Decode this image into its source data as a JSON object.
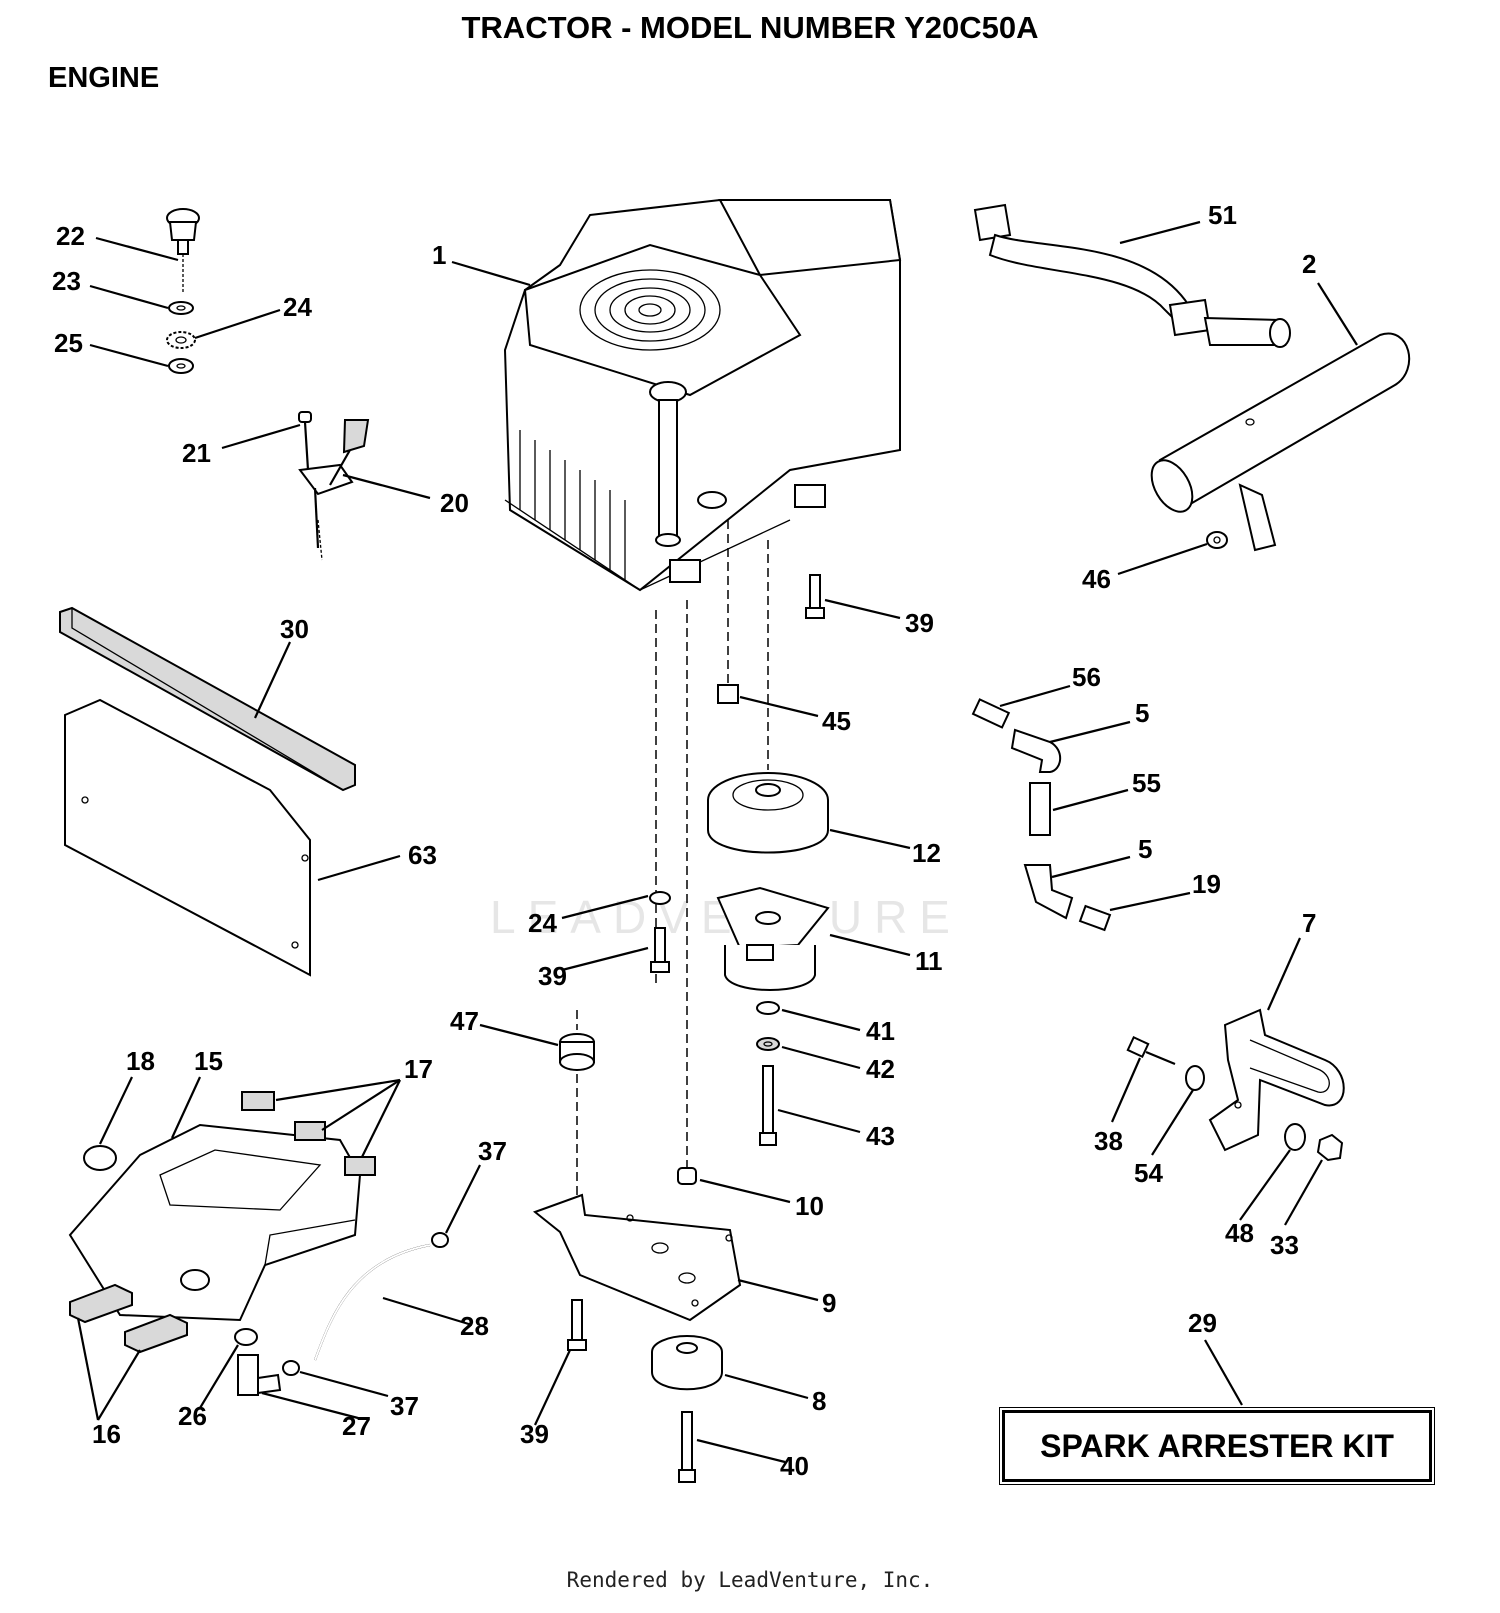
{
  "header": {
    "title": "TRACTOR - MODEL NUMBER Y20C50A",
    "section": "ENGINE"
  },
  "watermark": "LEADVENTURE",
  "kit_box": {
    "label": "SPARK ARRESTER KIT"
  },
  "footer": {
    "text": "Rendered by LeadVenture, Inc."
  },
  "callouts": [
    {
      "id": "c22",
      "label": "22"
    },
    {
      "id": "c23",
      "label": "23"
    },
    {
      "id": "c24a",
      "label": "24"
    },
    {
      "id": "c25",
      "label": "25"
    },
    {
      "id": "c21",
      "label": "21"
    },
    {
      "id": "c20",
      "label": "20"
    },
    {
      "id": "c1",
      "label": "1"
    },
    {
      "id": "c51",
      "label": "51"
    },
    {
      "id": "c2",
      "label": "2"
    },
    {
      "id": "c46",
      "label": "46"
    },
    {
      "id": "c30",
      "label": "30"
    },
    {
      "id": "c63",
      "label": "63"
    },
    {
      "id": "c39a",
      "label": "39"
    },
    {
      "id": "c45",
      "label": "45"
    },
    {
      "id": "c12",
      "label": "12"
    },
    {
      "id": "c56",
      "label": "56"
    },
    {
      "id": "c5a",
      "label": "5"
    },
    {
      "id": "c55",
      "label": "55"
    },
    {
      "id": "c5b",
      "label": "5"
    },
    {
      "id": "c19",
      "label": "19"
    },
    {
      "id": "c24b",
      "label": "24"
    },
    {
      "id": "c39b",
      "label": "39"
    },
    {
      "id": "c11",
      "label": "11"
    },
    {
      "id": "c7",
      "label": "7"
    },
    {
      "id": "c47",
      "label": "47"
    },
    {
      "id": "c41",
      "label": "41"
    },
    {
      "id": "c42",
      "label": "42"
    },
    {
      "id": "c43",
      "label": "43"
    },
    {
      "id": "c18",
      "label": "18"
    },
    {
      "id": "c15",
      "label": "15"
    },
    {
      "id": "c17",
      "label": "17"
    },
    {
      "id": "c37a",
      "label": "37"
    },
    {
      "id": "c10",
      "label": "10"
    },
    {
      "id": "c38",
      "label": "38"
    },
    {
      "id": "c54",
      "label": "54"
    },
    {
      "id": "c48",
      "label": "48"
    },
    {
      "id": "c33",
      "label": "33"
    },
    {
      "id": "c9",
      "label": "9"
    },
    {
      "id": "c28",
      "label": "28"
    },
    {
      "id": "c29",
      "label": "29"
    },
    {
      "id": "c16",
      "label": "16"
    },
    {
      "id": "c26",
      "label": "26"
    },
    {
      "id": "c37b",
      "label": "37"
    },
    {
      "id": "c27",
      "label": "27"
    },
    {
      "id": "c39c",
      "label": "39"
    },
    {
      "id": "c8",
      "label": "8"
    },
    {
      "id": "c40",
      "label": "40"
    }
  ]
}
